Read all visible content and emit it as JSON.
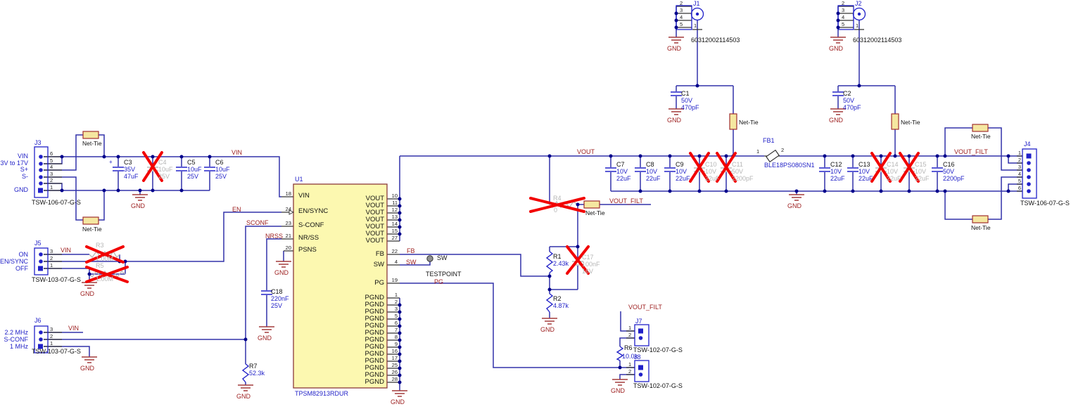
{
  "labels": {
    "gnd": "GND",
    "net_tie": "Net-Tie",
    "testpoint": "TESTPOINT",
    "tp_sw": "SW"
  },
  "nets": {
    "vin": "VIN",
    "en": "EN",
    "sconf": "SCONF",
    "nrss": "NRSS",
    "fb": "FB",
    "sw": "SW",
    "pg": "PG",
    "vout": "VOUT",
    "vout_filt": "VOUT_FILT"
  },
  "u1": {
    "ref": "U1",
    "part": "TPSM82913RDUR",
    "pins_left": [
      {
        "n": "18",
        "name": "VIN"
      },
      {
        "n": "24",
        "name": "EN/SYNC"
      },
      {
        "n": "23",
        "name": "S-CONF"
      },
      {
        "n": "21",
        "name": "NR/SS"
      },
      {
        "n": "20",
        "name": "PSNS"
      }
    ],
    "vout_name": "VOUT",
    "vout_names": [
      "VOUT",
      "VOUT",
      "VOUT",
      "VOUT",
      "VOUT",
      "VOUT",
      "VOUT"
    ],
    "vout_nums": [
      "10",
      "11",
      "12",
      "13",
      "14",
      "15",
      "27"
    ],
    "fb_pin": {
      "n": "22",
      "name": "FB"
    },
    "sw_pin": {
      "n": "4",
      "name": "SW"
    },
    "pg_pin": {
      "n": "19",
      "name": "PG"
    },
    "pgnd_names": [
      "PGND",
      "PGND",
      "PGND",
      "PGND",
      "PGND",
      "PGND",
      "PGND",
      "PGND",
      "PGND",
      "PGND",
      "PGND",
      "PGND",
      "PGND"
    ],
    "pgnd_nums": [
      "1",
      "2",
      "3",
      "5",
      "6",
      "7",
      "8",
      "9",
      "16",
      "17",
      "25",
      "26",
      "28"
    ]
  },
  "connectors": {
    "j1": {
      "ref": "J1",
      "part": "60312002114503",
      "shield": [
        "2",
        "3",
        "4",
        "5"
      ],
      "pin1": "1"
    },
    "j2": {
      "ref": "J2",
      "part": "60312002114503",
      "shield": [
        "2",
        "3",
        "4",
        "5"
      ],
      "pin1": "1"
    },
    "j3": {
      "ref": "J3",
      "part": "TSW-106-07-G-S",
      "pins": [
        "6",
        "5",
        "4",
        "3",
        "2",
        "1"
      ],
      "side": [
        "VIN",
        "3V to 17V",
        "S+",
        "S-",
        "GND"
      ]
    },
    "j4": {
      "ref": "J4",
      "part": "TSW-106-07-G-S",
      "pins": [
        "1",
        "2",
        "3",
        "4",
        "5",
        "6"
      ]
    },
    "j5": {
      "ref": "J5",
      "part": "TSW-103-07-G-S",
      "pins": [
        "3",
        "2",
        "1"
      ],
      "side": [
        "ON",
        "EN/SYNC",
        "OFF"
      ]
    },
    "j6": {
      "ref": "J6",
      "part": "TSW-103-07-G-S",
      "pins": [
        "3",
        "2",
        "1"
      ],
      "side": [
        "2.2 MHz",
        "S-CONF",
        "1 MHz"
      ]
    },
    "j7": {
      "ref": "J7",
      "part": "TSW-102-07-G-S",
      "pins": [
        "1",
        "2"
      ]
    },
    "j8": {
      "ref": "J8",
      "part": "TSW-102-07-G-S",
      "pins": [
        "1",
        "2"
      ]
    }
  },
  "caps": {
    "c1": {
      "ref": "C1",
      "a": "50V",
      "b": "470pF"
    },
    "c2": {
      "ref": "C2",
      "a": "50V",
      "b": "470pF"
    },
    "c3": {
      "ref": "C3",
      "a": "35V",
      "b": "47uF",
      "plus": "+"
    },
    "c4": {
      "ref": "C4",
      "a": "10uF",
      "b": "25V"
    },
    "c5": {
      "ref": "C5",
      "a": "10uF",
      "b": "25V"
    },
    "c6": {
      "ref": "C6",
      "a": "10uF",
      "b": "25V"
    },
    "c7": {
      "ref": "C7",
      "a": "10V",
      "b": "22uF"
    },
    "c8": {
      "ref": "C8",
      "a": "10V",
      "b": "22uF"
    },
    "c9": {
      "ref": "C9",
      "a": "10V",
      "b": "22uF"
    },
    "c10": {
      "ref": "C10",
      "a": "10V",
      "b": "22uF"
    },
    "c11": {
      "ref": "C11",
      "a": "50V",
      "b": "2200pF"
    },
    "c12": {
      "ref": "C12",
      "a": "10V",
      "b": "22uF"
    },
    "c13": {
      "ref": "C13",
      "a": "10V",
      "b": "22uF"
    },
    "c14": {
      "ref": "C14",
      "a": "10V",
      "b": "22uF"
    },
    "c15": {
      "ref": "C15",
      "a": "10V",
      "b": "22uF"
    },
    "c16": {
      "ref": "C16",
      "a": "50V",
      "b": "2200pF"
    },
    "c17": {
      "ref": "C17",
      "a": "100nF",
      "b": "16V"
    },
    "c18": {
      "ref": "C18",
      "a": "220nF",
      "b": "25V"
    }
  },
  "res": {
    "r1": {
      "ref": "R1",
      "val": "2.43k"
    },
    "r2": {
      "ref": "R2",
      "val": "4.87k"
    },
    "r3": {
      "ref": "R3",
      "val": "1.00M"
    },
    "r4": {
      "ref": "R4",
      "val": "0"
    },
    "r5": {
      "ref": "R5",
      "val": "1.00M"
    },
    "r6": {
      "ref": "R6",
      "val": "10.0k"
    },
    "r7": {
      "ref": "R7",
      "val": "52.3k"
    }
  },
  "fb1": {
    "ref": "FB1",
    "part": "BLE18PS080SN1",
    "p1": "1",
    "p2": "2"
  }
}
